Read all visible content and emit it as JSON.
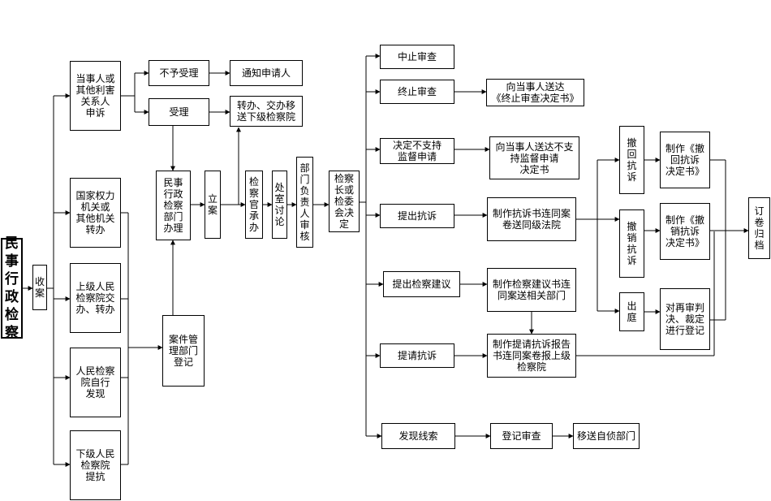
{
  "nodes": {
    "root": "民\n事\n行\n政\n检\n察",
    "shouan": "收\n案",
    "src1": "当事人或\n其他利害\n关系人\n申诉",
    "src2": "国家权力\n机关或\n其他机关\n转办",
    "src3": "上级人民\n检察院交\n办、转办",
    "src4": "人民检察\n院自行\n发现",
    "src5": "下级人民\n检察院\n提抗",
    "buyu": "不予受理",
    "tongzhi": "通知申请人",
    "shouli": "受理",
    "zhuanban": "转办、交办移\n送下级检察院",
    "minshi": "民事\n行政\n检察\n部门\n办理",
    "anjian": "案件管\n理部门\n登记",
    "lian": "立\n案",
    "jiancha": "检\n察\n官\n承\n办",
    "chushi": "处\n室\n讨\n论",
    "bumen": "部\n门\n负\n责\n人\n审\n核",
    "jueding": "检察\n长或\n检委\n会决\n定",
    "o1": "中止审查",
    "o2": "终止审查",
    "o3": "决定不支持\n监督申请",
    "o4": "提出抗诉",
    "o5": "提出检察建议",
    "o6": "提请抗诉",
    "o7": "发现线索",
    "r2": "向当事人送达\n《终止审查决定书》",
    "r3": "向当事人送达不支\n持监督申请\n决定书",
    "r4": "制作抗诉书连同案\n卷送同级法院",
    "r5": "制作检察建议书连\n同案送相关部门",
    "r6": "制作提请抗诉报告\n书连同案卷报上级\n检察院",
    "r7a": "登记审查",
    "r7b": "移送自侦部门",
    "chehui": "撤\n回\n抗\n诉",
    "chexiao": "撤\n销\n抗\n诉",
    "chuting": "出\n庭",
    "zhizuo1": "制作《撤\n回抗诉\n决定书》",
    "zhizuo2": "制作《撤\n销抗诉\n决定书》",
    "zaishen": "对再审判\n决、裁定\n进行登记",
    "guidang": "订\n卷\n归\n档"
  }
}
